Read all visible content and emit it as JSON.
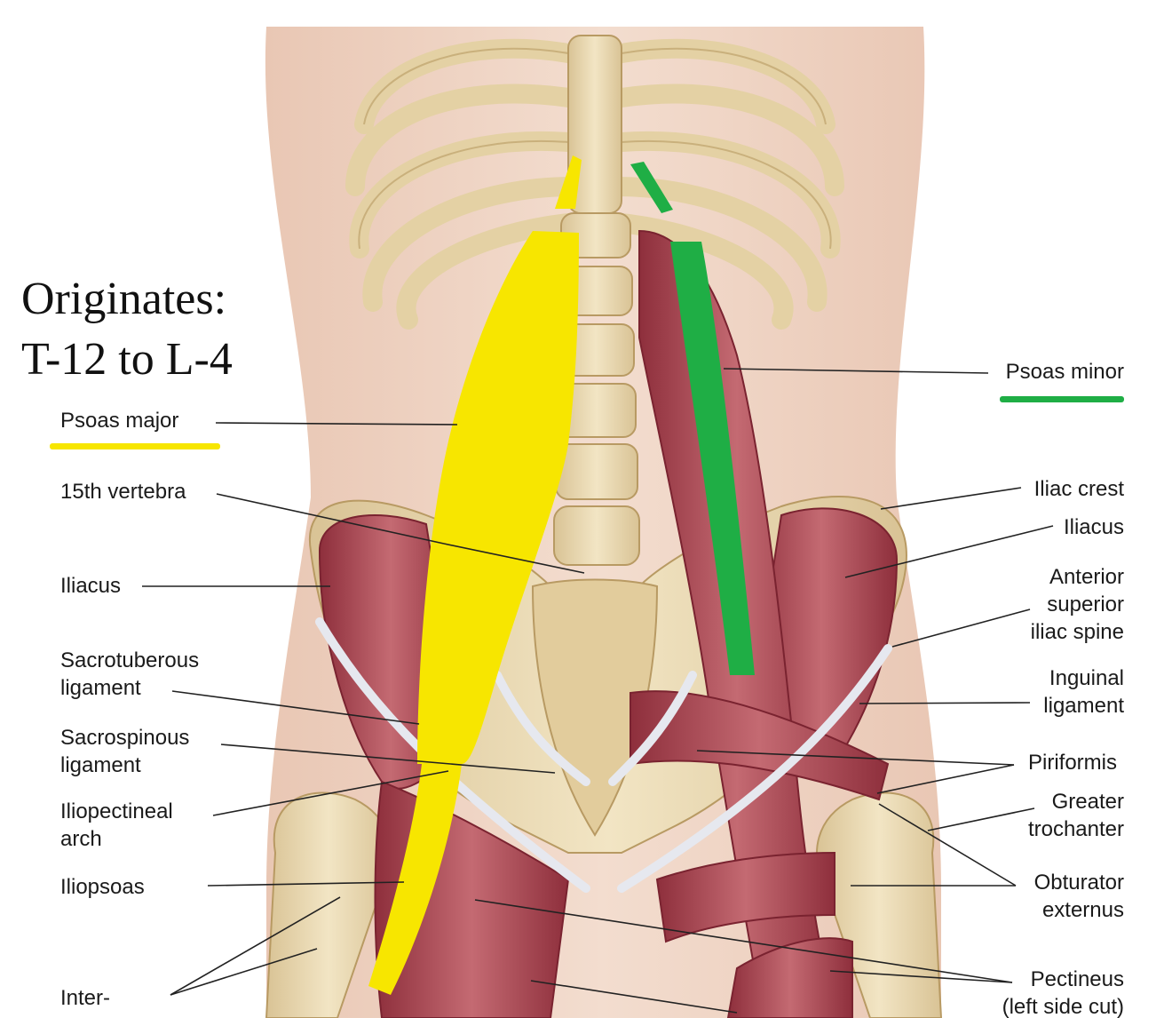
{
  "title": {
    "line1": "Originates:",
    "line2": "T-12 to L-4"
  },
  "labels": {
    "psoas_major": "Psoas major",
    "vertebra": "15th vertebra",
    "iliacus_left": "Iliacus",
    "sacrotuberous": "Sacrotuberous\nligament",
    "sacrospinous": "Sacrospinous\nligament",
    "iliopectineal": "Iliopectineal\narch",
    "iliopsoas": "Iliopsoas",
    "inter": "Inter-",
    "psoas_minor": "Psoas minor",
    "iliac_crest": "Iliac crest",
    "iliacus_right": "Iliacus",
    "asis": "Anterior\nsuperior\niliac spine",
    "inguinal": "Inguinal\nligament",
    "piriformis": "Piriformis",
    "greater_trochanter": "Greater\ntrochanter",
    "obturator": "Obturator\nexternus",
    "pectineus": "Pectineus\n(left side cut)"
  },
  "colors": {
    "psoas_major_highlight": "#f7e600",
    "psoas_minor_highlight": "#1fae45",
    "muscle": "#a9434f",
    "bone": "#ead9b0",
    "skin": "#efd3c2"
  }
}
